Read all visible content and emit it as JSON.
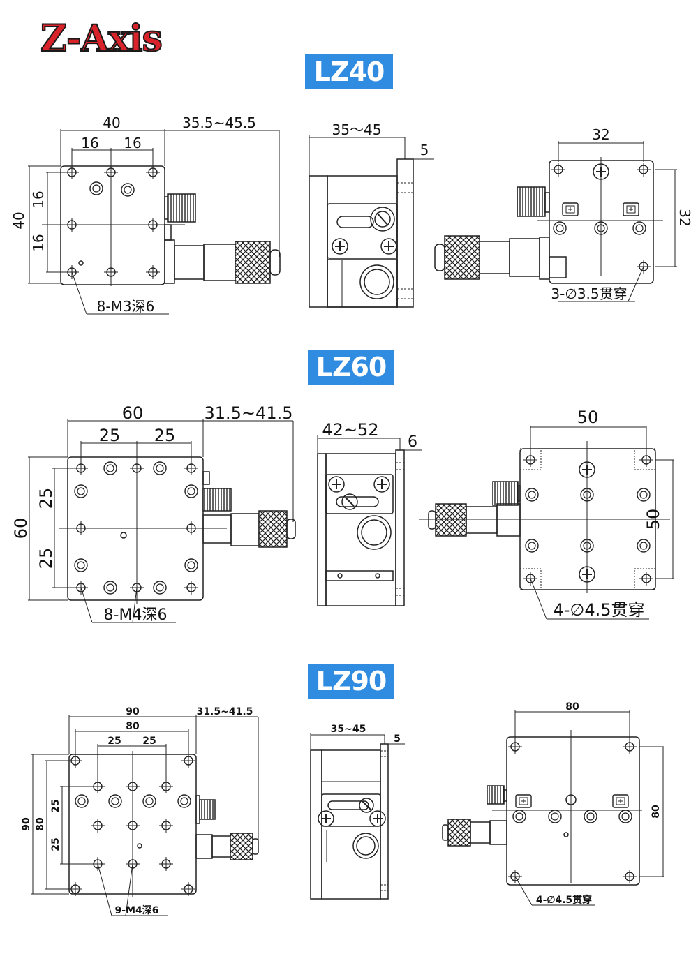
{
  "title": "Z-Axis",
  "accent_color": "#2f8ce0",
  "title_color": "#d8232a",
  "models": [
    {
      "name": "LZ40",
      "top": {
        "width": "40",
        "height": "40",
        "travel": "35.5~45.5",
        "pitch_x": [
          "16",
          "16"
        ],
        "pitch_y": [
          "16",
          "16"
        ],
        "hole_note": "8-M3深6"
      },
      "side": {
        "range": "35～45",
        "offset": "5"
      },
      "bottom": {
        "pitch_x": "32",
        "pitch_y": "32",
        "hole_note": "3-∅3.5贯穿"
      }
    },
    {
      "name": "LZ60",
      "top": {
        "width": "60",
        "height": "60",
        "travel": "31.5~41.5",
        "pitch_x": [
          "25",
          "25"
        ],
        "pitch_y": [
          "25",
          "25"
        ],
        "hole_note": "8-M4深6"
      },
      "side": {
        "range": "42~52",
        "offset": "6"
      },
      "bottom": {
        "pitch_x": "50",
        "pitch_y": "50",
        "hole_note": "4-∅4.5贯穿"
      }
    },
    {
      "name": "LZ90",
      "top": {
        "width": "90",
        "inner": "80",
        "height": "90",
        "inner_h": "80",
        "travel": "31.5~41.5",
        "pitch_x": [
          "25",
          "25"
        ],
        "pitch_y": [
          "25",
          "25"
        ],
        "hole_note": "9-M4深6"
      },
      "side": {
        "range": "35~45",
        "offset": "5"
      },
      "bottom": {
        "pitch_x": "80",
        "pitch_y": "80",
        "hole_note": "4-∅4.5贯穿"
      }
    }
  ]
}
